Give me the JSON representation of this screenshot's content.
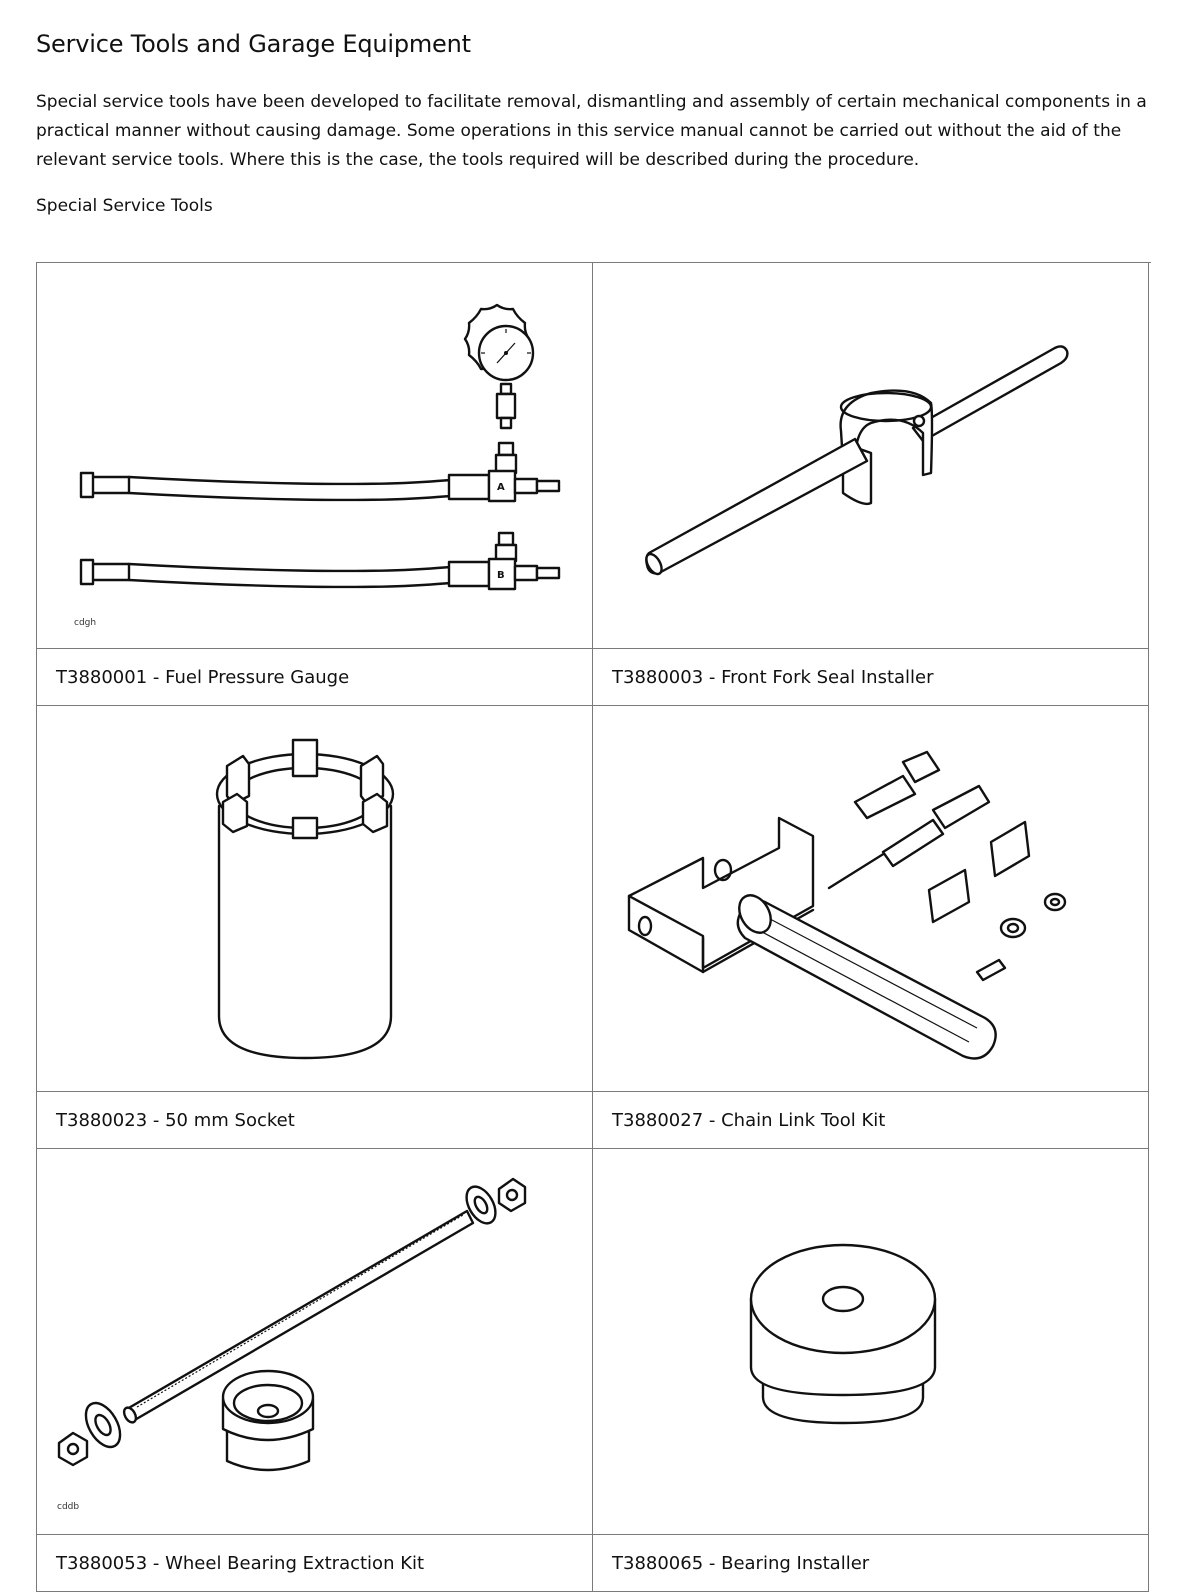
{
  "page": {
    "title": "Service Tools and Garage Equipment",
    "intro": "Special service tools have been developed to facilitate removal, dismantling and assembly of certain mechanical components in a practical manner without causing damage. Some operations in this service manual cannot be carried out without the aid of the relevant service tools. Where this is the case, the tools required will be described during the procedure.",
    "subheading": "Special Service Tools"
  },
  "tools": [
    {
      "label": "T3880001 - Fuel Pressure Gauge",
      "icon": "fuel-pressure-gauge-illustration",
      "image_code": "cdgh",
      "markers": [
        "A",
        "B"
      ]
    },
    {
      "label": "T3880003 - Front Fork Seal Installer",
      "icon": "fork-seal-installer-illustration"
    },
    {
      "label": "T3880023 - 50 mm Socket",
      "icon": "socket-illustration"
    },
    {
      "label": "T3880027 - Chain Link Tool Kit",
      "icon": "chain-link-tool-illustration"
    },
    {
      "label": "T3880053 - Wheel Bearing Extraction Kit",
      "icon": "bearing-extraction-kit-illustration",
      "image_code": "cddb"
    },
    {
      "label": "T3880065 - Bearing Installer",
      "icon": "bearing-installer-illustration"
    }
  ]
}
